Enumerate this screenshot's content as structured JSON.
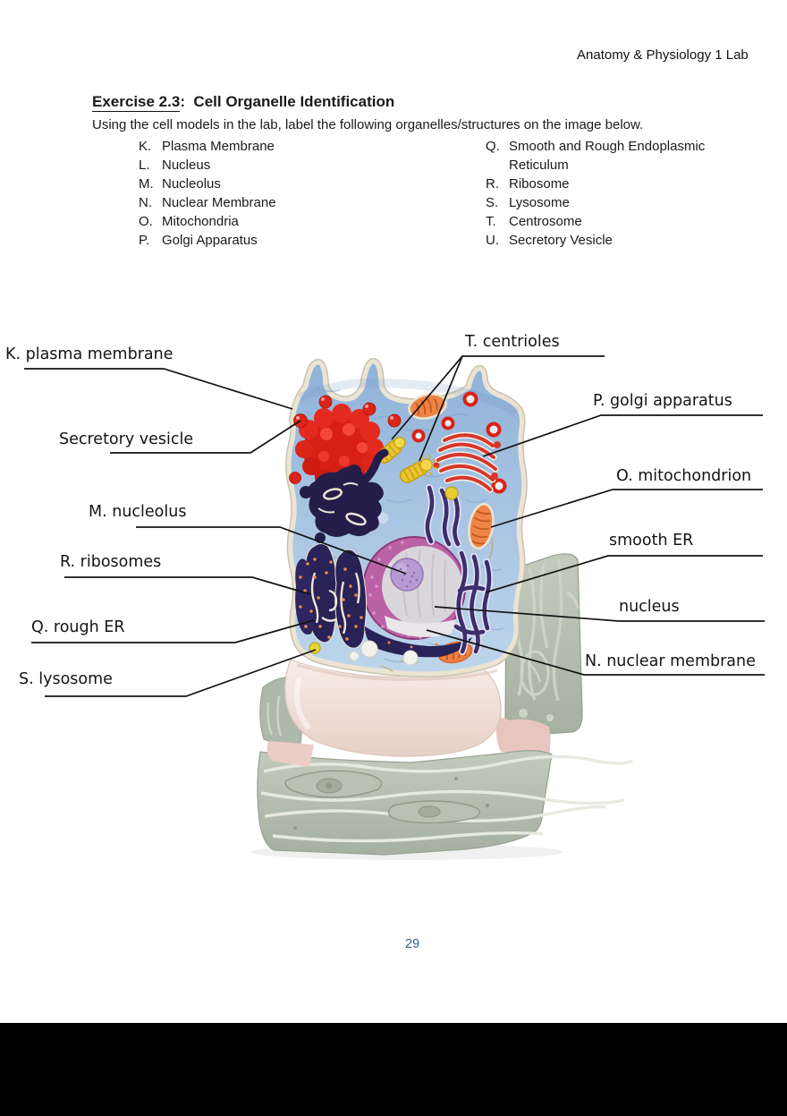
{
  "page": {
    "header": "Anatomy & Physiology 1 Lab",
    "page_number": "29"
  },
  "exercise": {
    "title_code": "Exercise 2.3",
    "title_rest": ":  Cell Organelle Identification",
    "instructions": "Using the cell models in the lab, label the following organelles/structures on the image below.",
    "word_bank_left": [
      {
        "letter": "K.",
        "term": "Plasma Membrane"
      },
      {
        "letter": "L.",
        "term": "Nucleus"
      },
      {
        "letter": "M.",
        "term": "Nucleolus"
      },
      {
        "letter": "N.",
        "term": "Nuclear Membrane"
      },
      {
        "letter": "O.",
        "term": "Mitochondria"
      },
      {
        "letter": "P.",
        "term": "Golgi Apparatus"
      }
    ],
    "word_bank_right": [
      {
        "letter": "Q.",
        "term": "Smooth and Rough Endoplasmic Reticulum"
      },
      {
        "letter": "R.",
        "term": "Ribosome"
      },
      {
        "letter": "S.",
        "term": "Lysosome"
      },
      {
        "letter": "T.",
        "term": "Centrosome"
      },
      {
        "letter": "U.",
        "term": "Secretory Vesicle"
      }
    ]
  },
  "figure": {
    "labels": {
      "plasma_membrane": "K. plasma membrane",
      "secretory_vesicle": "Secretory vesicle",
      "centrioles": "T. centrioles",
      "golgi": "P. golgi apparatus",
      "mitochondrion": "O. mitochondrion",
      "smooth_er": "smooth ER",
      "nucleus": "nucleus",
      "nuclear_membrane": "N. nuclear membrane",
      "nucleolus": "M. nucleolus",
      "ribosomes": "R. ribosomes",
      "rough_er": "Q. rough ER",
      "lysosome": "S. lysosome"
    }
  },
  "colors": {
    "accent_page_number": "#3a5f7d",
    "cytoplasm_blue": "#a6c3e2",
    "organelle_red": "#dc2418",
    "mitochondria_orange": "#ef8446",
    "centriole_yellow": "#e9c52f",
    "nucleus_magenta": "#bb62a7",
    "nucleolus_lavender": "#b79ad3",
    "er_navy": "#292257",
    "matrix_gray_green": "#aeb8ab"
  }
}
